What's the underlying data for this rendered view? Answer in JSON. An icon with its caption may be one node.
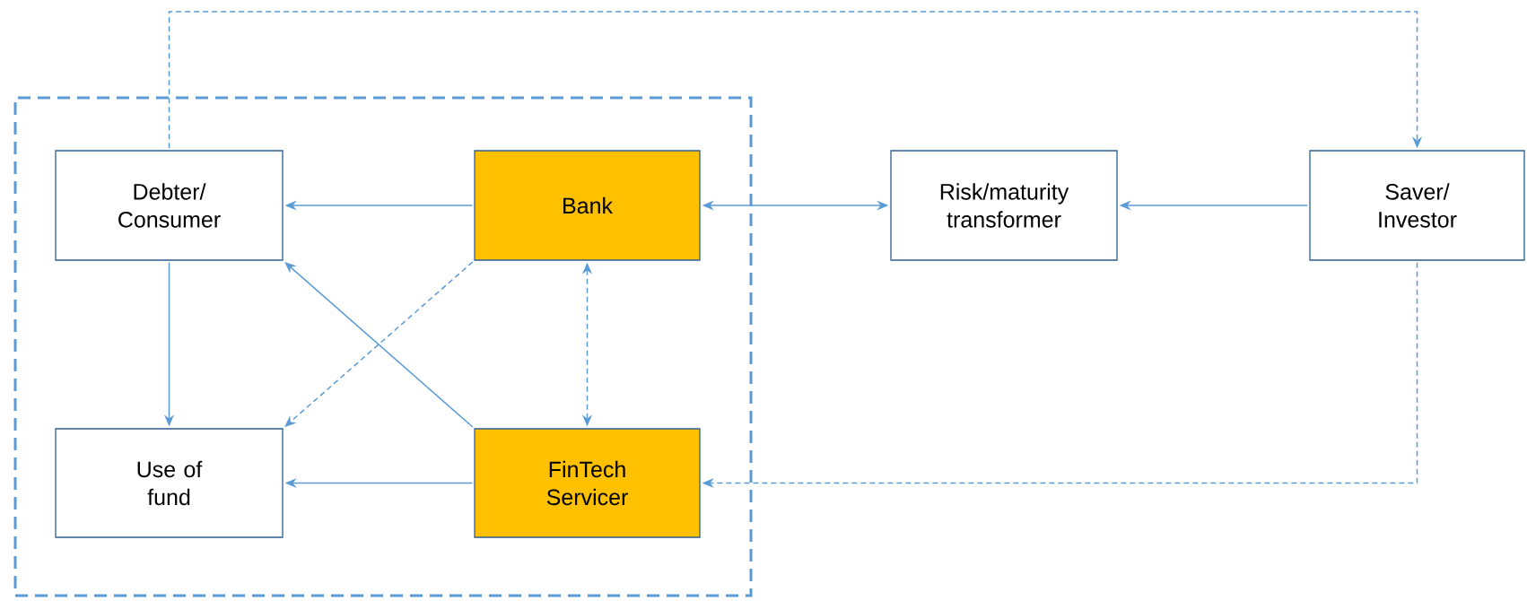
{
  "diagram": {
    "nodes": [
      {
        "text": [],
        "shape": "box"
      },
      {
        "text": [
          "Debter/ Consumer"
        ],
        "in": 0
      },
      {
        "text": [
          "Bank"
        ],
        "in": 0
      },
      {
        "text": [
          "Risk/maturity transformer"
        ]
      },
      {
        "text": [
          "Saver/ Investor"
        ]
      },
      {
        "text": [
          "Use of fund"
        ],
        "in": 0
      },
      {
        "text": [
          "FinTech Servicer"
        ],
        "in": 0
      }
    ],
    "edges": [
      {
        "from": 2,
        "to": 1,
        "arrow": "to"
      },
      {
        "from": 2,
        "to": 3,
        "arrow": "both"
      },
      {
        "from": 4,
        "to": 3,
        "arrow": "to"
      },
      {
        "from": 1,
        "to": 5,
        "arrow": "to"
      },
      {
        "from": 2,
        "to": 5,
        "arrow": "to",
        "style": "dashed"
      },
      {
        "from": 6,
        "to": 1,
        "arrow": "to"
      },
      {
        "from": 2,
        "to": 6,
        "arrow": "both",
        "style": "dashed"
      },
      {
        "from": 6,
        "to": 5,
        "arrow": "to"
      },
      {
        "from": 1,
        "to": 4,
        "arrow": "to",
        "style": "dashed"
      },
      {
        "from": 4,
        "to": 6,
        "arrow": "to",
        "style": "dashed"
      }
    ]
  }
}
